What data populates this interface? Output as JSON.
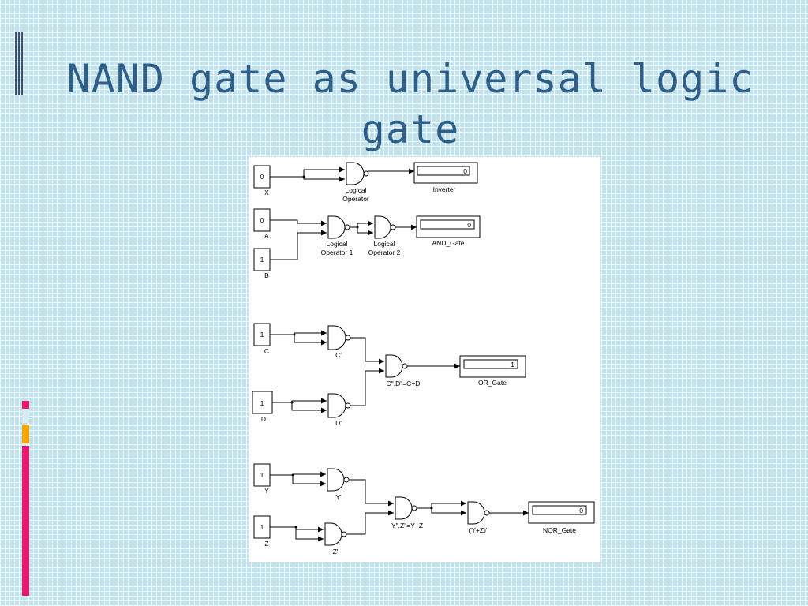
{
  "slide": {
    "title": "NAND gate as universal logic gate",
    "colors": {
      "title": "#2f5f88",
      "background": "#bfe3ee",
      "accent_magenta": "#e8176f",
      "accent_orange": "#f6a500",
      "accent_lightblue": "#d8ecf4"
    }
  },
  "diagram": {
    "section_inverter": {
      "const_x_value": "0",
      "const_x_label": "X",
      "gate_label_line1": "Logical",
      "gate_label_line2": "Operator",
      "display_value": "0",
      "display_label": "Inverter"
    },
    "section_and": {
      "const_a_value": "0",
      "const_a_label": "A",
      "const_b_value": "1",
      "const_b_label": "B",
      "gate1_line1": "Logical",
      "gate1_line2": "Operator 1",
      "gate2_line1": "Logical",
      "gate2_line2": "Operator 2",
      "display_value": "0",
      "display_label": "AND_Gate"
    },
    "section_or": {
      "const_c_value": "1",
      "const_c_label": "C",
      "const_d_value": "1",
      "const_d_label": "D",
      "gate_c_label": "C'",
      "gate_d_label": "D'",
      "gate_out_label": "C\".D\"=C+D",
      "display_value": "1",
      "display_label": "OR_Gate"
    },
    "section_nor": {
      "const_y_value": "1",
      "const_y_label": "Y",
      "const_z_value": "1",
      "const_z_label": "Z",
      "gate_y_label": "Y'",
      "gate_z_label": "Z'",
      "gate_mid_label": "Y\".Z\"=Y+Z",
      "gate_out_label": "(Y+Z)'",
      "display_value": "0",
      "display_label": "NOR_Gate"
    }
  }
}
